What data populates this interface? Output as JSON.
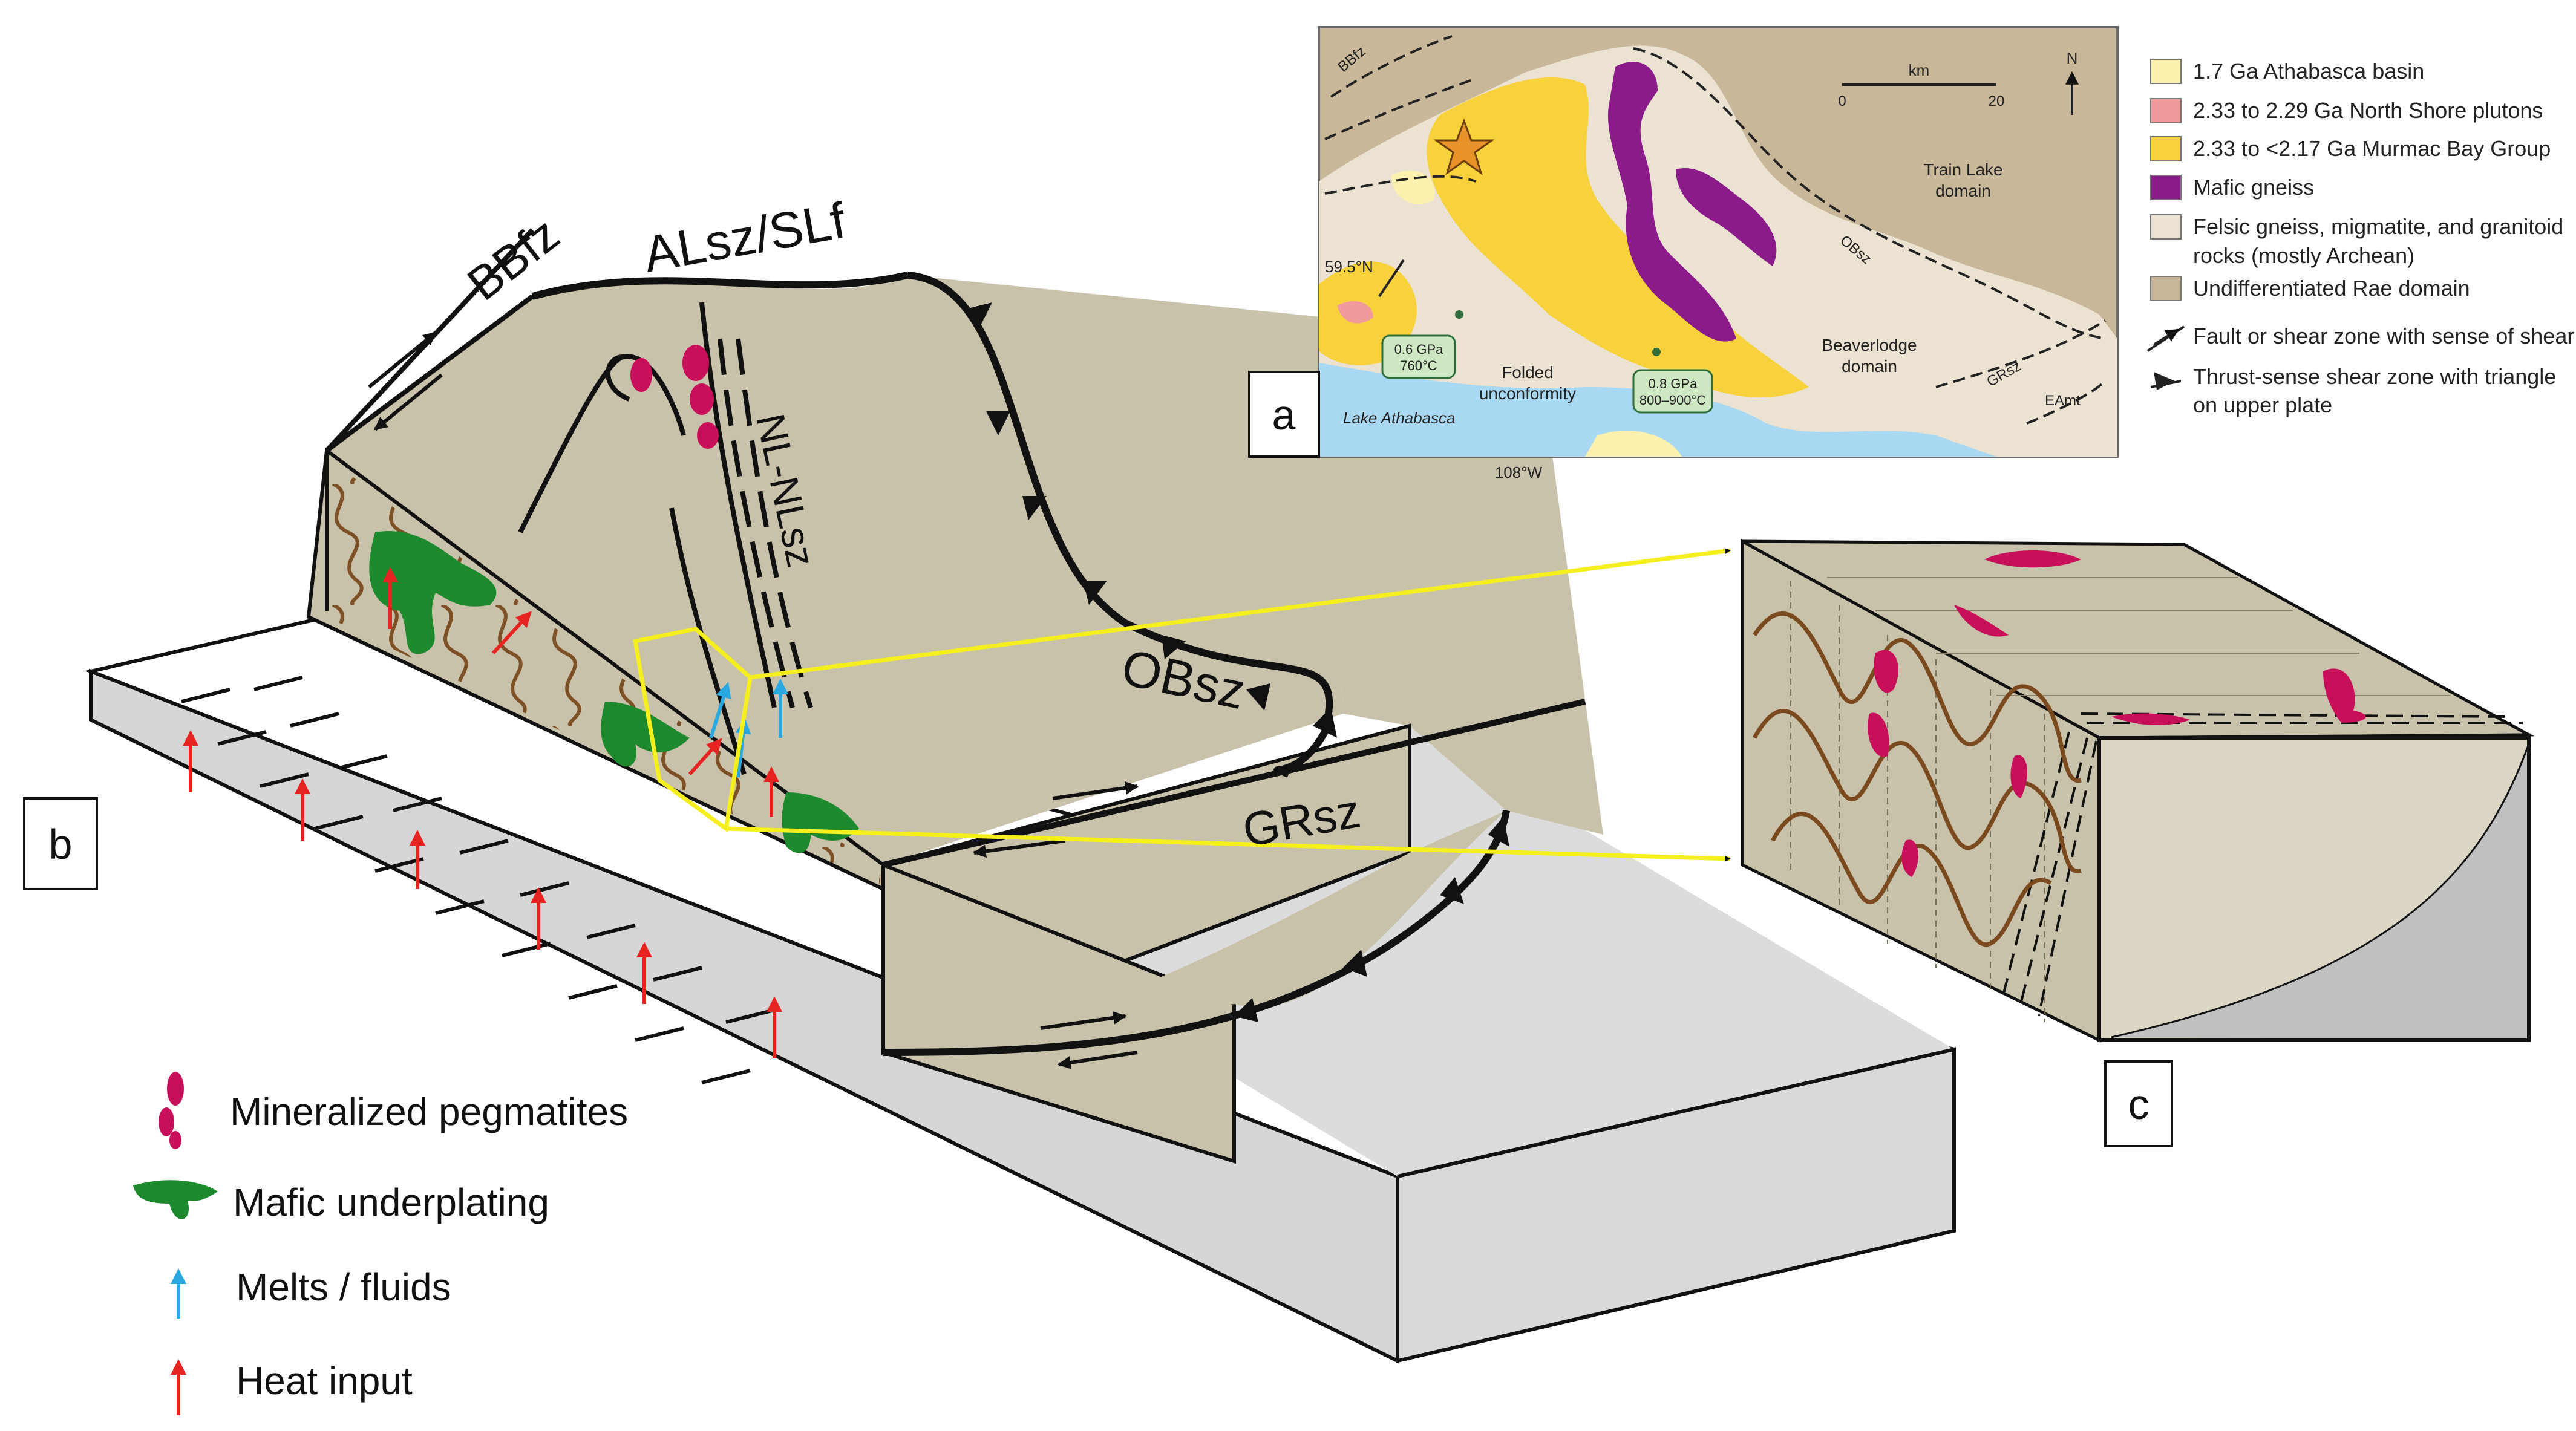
{
  "panels": {
    "a": "a",
    "b": "b",
    "c": "c"
  },
  "block_labels": {
    "bbfz": "BBfz",
    "alsz": "ALsz/SLf",
    "nlsz": "NL-NLsz",
    "obsz": "OBsz",
    "grsz": "GRsz"
  },
  "legend_b": [
    {
      "key": "pegmatite",
      "label": "Mineralized pegmatites",
      "color": "#c8105a",
      "icon": "pegmatite-icon"
    },
    {
      "key": "mafic",
      "label": "Mafic underplating",
      "color": "#1e8a2e",
      "icon": "mafic-icon"
    },
    {
      "key": "melts",
      "label": "Melts / fluids",
      "color": "#2aa9e0",
      "icon": "blue-arrow-icon"
    },
    {
      "key": "heat",
      "label": "Heat input",
      "color": "#e52421",
      "icon": "red-arrow-icon"
    }
  ],
  "map": {
    "scale_label": "km",
    "scale_0": "0",
    "scale_20": "20",
    "north": "N",
    "lat": "59.5°N",
    "lon": "108°W",
    "bbfz": "BBfz",
    "obsz": "OBsz",
    "grsz": "GRsz",
    "eamt": "EAmt",
    "train_lake_1": "Train Lake",
    "train_lake_2": "domain",
    "beaverlodge_1": "Beaverlodge",
    "beaverlodge_2": "domain",
    "lake": "Lake Athabasca",
    "folded_1": "Folded",
    "folded_2": "unconformity",
    "pt1_1": "0.6 GPa",
    "pt1_2": "760°C",
    "pt2_1": "0.8 GPa",
    "pt2_2": "800–900°C"
  },
  "map_legend": [
    {
      "label": "1.7 Ga Athabasca basin",
      "color": "#fdf1b0"
    },
    {
      "label": "2.33 to 2.29 Ga North Shore plutons",
      "color": "#f19a9c"
    },
    {
      "label": "2.33 to <2.17 Ga Murmac Bay Group",
      "color": "#f7d23c"
    },
    {
      "label": "Mafic gneiss",
      "color": "#8b1a8a"
    },
    {
      "label": "Felsic gneiss, migmatite, and granitoid",
      "label2": "rocks (mostly Archean)",
      "color": "#ebe2d2"
    },
    {
      "label": "Undifferentiated Rae domain",
      "color": "#c9b79a"
    }
  ],
  "map_legend_lines": [
    {
      "label": "Fault or shear zone with sense of shear",
      "icon": "fault-icon"
    },
    {
      "label": "Thrust-sense shear zone with triangle",
      "label2": "on upper plate",
      "icon": "thrust-icon"
    }
  ],
  "colors": {
    "block": "#c9c2ab",
    "slab": "#dcdcdc",
    "fold": "#7a4a1e",
    "callout": "#f5ef1e"
  }
}
